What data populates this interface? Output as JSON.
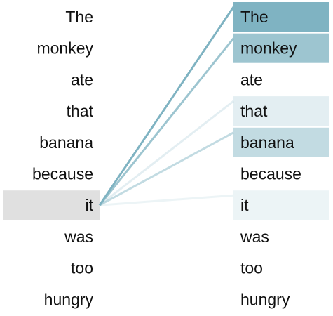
{
  "left_tokens": [
    "The",
    "monkey",
    "ate",
    "that",
    "banana",
    "because",
    "it",
    "was",
    "too",
    "hungry"
  ],
  "right_tokens": [
    "The",
    "monkey",
    "ate",
    "that",
    "banana",
    "because",
    "it",
    "was",
    "too",
    "hungry"
  ],
  "selected_index": 6,
  "attention": [
    0.55,
    0.42,
    0.0,
    0.12,
    0.26,
    0.0,
    0.08,
    0.0,
    0.0,
    0.0
  ],
  "colors": {
    "attention": "#7fb3c2",
    "selected_highlight": "#e0e0e0",
    "text": "#111111",
    "background": "#ffffff"
  }
}
